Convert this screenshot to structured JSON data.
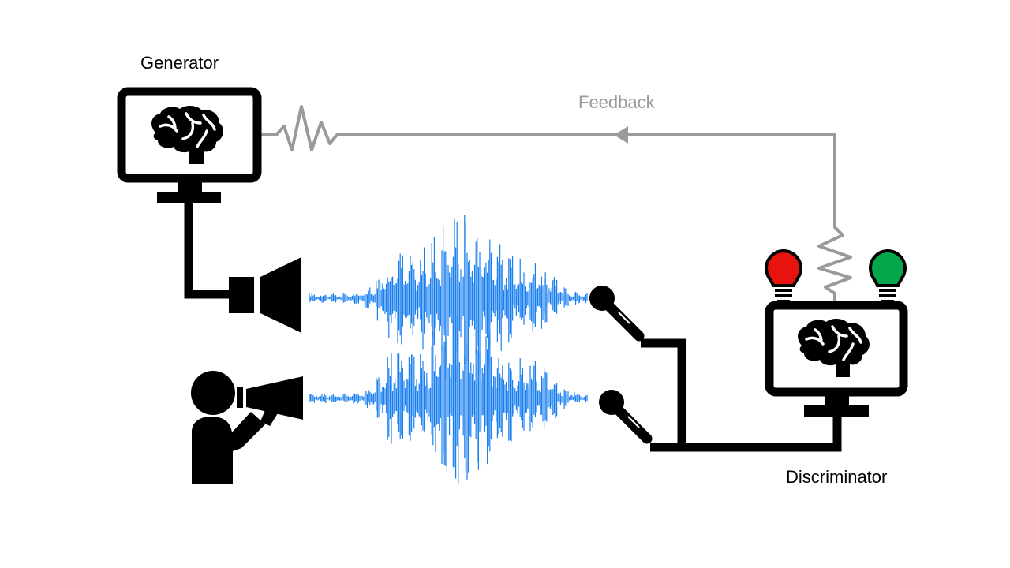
{
  "labels": {
    "generator": "Generator",
    "discriminator": "Discriminator",
    "feedback": "Feedback"
  },
  "colors": {
    "ink": "#000000",
    "waveform": "#1a7ff0",
    "feedback_line": "#9a9a9a",
    "bulb_red": "#e8120e",
    "bulb_green": "#06a64c"
  },
  "icons": [
    "brain-icon",
    "speaker-icon",
    "person-megaphone-icon",
    "microphone-icon",
    "light-bulb-icon",
    "resistor-icon"
  ]
}
